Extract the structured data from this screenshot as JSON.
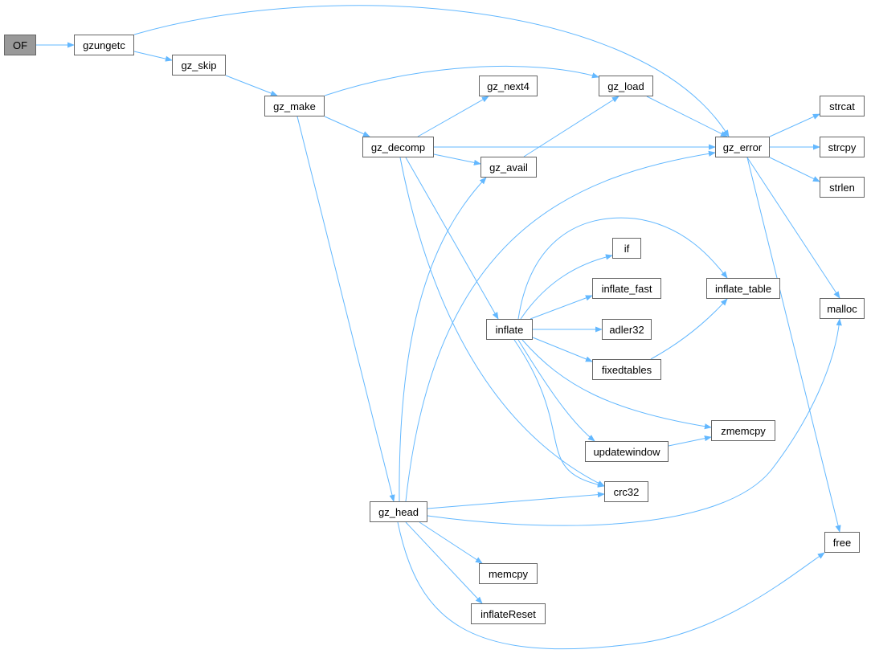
{
  "graph": {
    "edge_color": "#63b8ff",
    "root_fill": "#999999",
    "nodes": {
      "OF": "OF",
      "gzungetc": "gzungetc",
      "gz_skip": "gz_skip",
      "gz_make": "gz_make",
      "gz_next4": "gz_next4",
      "gz_load": "gz_load",
      "gz_decomp": "gz_decomp",
      "gz_avail": "gz_avail",
      "gz_error": "gz_error",
      "strcat": "strcat",
      "strcpy": "strcpy",
      "strlen": "strlen",
      "if": "if",
      "inflate_table": "inflate_table",
      "inflate_fast": "inflate_fast",
      "malloc": "malloc",
      "inflate": "inflate",
      "adler32": "adler32",
      "fixedtables": "fixedtables",
      "zmemcpy": "zmemcpy",
      "updatewindow": "updatewindow",
      "crc32": "crc32",
      "gz_head": "gz_head",
      "free": "free",
      "memcpy": "memcpy",
      "inflateReset": "inflateReset"
    },
    "edges": [
      [
        "OF",
        "gzungetc"
      ],
      [
        "gzungetc",
        "gz_error"
      ],
      [
        "gzungetc",
        "gz_skip"
      ],
      [
        "gz_skip",
        "gz_make"
      ],
      [
        "gz_make",
        "gz_load"
      ],
      [
        "gz_make",
        "gz_decomp"
      ],
      [
        "gz_make",
        "gz_head"
      ],
      [
        "gz_decomp",
        "gz_next4"
      ],
      [
        "gz_decomp",
        "gz_error"
      ],
      [
        "gz_decomp",
        "gz_avail"
      ],
      [
        "gz_decomp",
        "inflate"
      ],
      [
        "gz_decomp",
        "crc32"
      ],
      [
        "gz_avail",
        "gz_load"
      ],
      [
        "gz_load",
        "gz_error"
      ],
      [
        "gz_error",
        "strcat"
      ],
      [
        "gz_error",
        "strcpy"
      ],
      [
        "gz_error",
        "strlen"
      ],
      [
        "gz_error",
        "malloc"
      ],
      [
        "gz_error",
        "free"
      ],
      [
        "inflate",
        "if"
      ],
      [
        "inflate",
        "inflate_fast"
      ],
      [
        "inflate",
        "adler32"
      ],
      [
        "inflate",
        "fixedtables"
      ],
      [
        "inflate",
        "inflate_table"
      ],
      [
        "inflate",
        "zmemcpy"
      ],
      [
        "inflate",
        "updatewindow"
      ],
      [
        "inflate",
        "crc32"
      ],
      [
        "fixedtables",
        "inflate_table"
      ],
      [
        "updatewindow",
        "zmemcpy"
      ],
      [
        "gz_head",
        "gz_avail"
      ],
      [
        "gz_head",
        "gz_error"
      ],
      [
        "gz_head",
        "crc32"
      ],
      [
        "gz_head",
        "malloc"
      ],
      [
        "gz_head",
        "memcpy"
      ],
      [
        "gz_head",
        "inflateReset"
      ],
      [
        "gz_head",
        "free"
      ]
    ]
  }
}
